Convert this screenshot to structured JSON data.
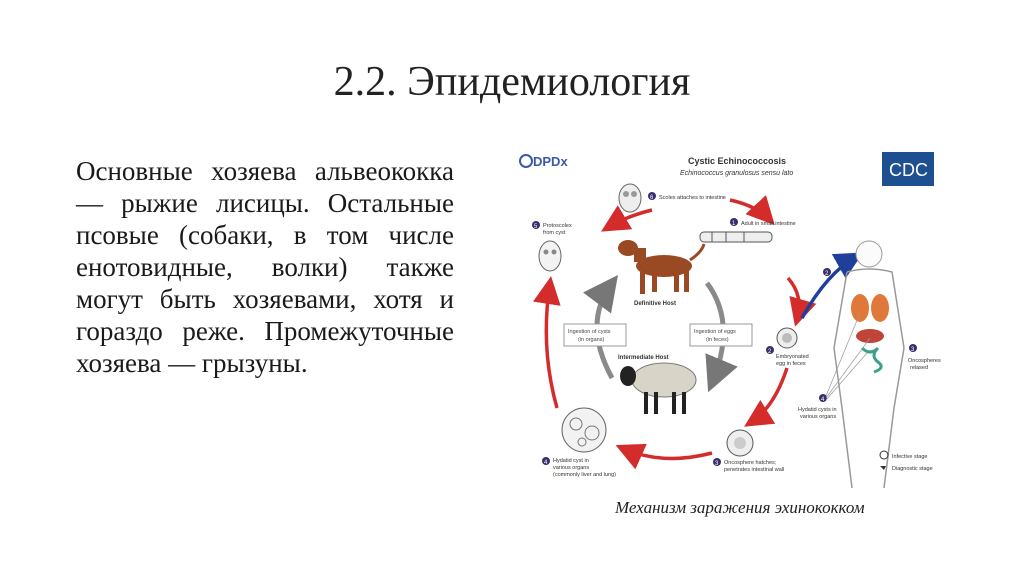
{
  "slide": {
    "title": "2.2. Эпидемиология",
    "paragraph": "Основные хозяева альвеококка — рыжие лисицы. Остальные псовые (собаки, в том числе енотовидные, волки) также могут быть хозяевами, хотя и гораздо реже. Промежуточные хозяева — грызуны.",
    "caption": "Механизм заражения эхинококком"
  },
  "figure": {
    "logo_left": "DPDx",
    "logo_right": "CDC",
    "title": "Cystic Echinococcosis",
    "subtitle": "Echinococcus granulosus sensu lato",
    "definitive_host": "Definitive Host",
    "intermediate_host": "Intermediate Host",
    "ingestion_cysts": [
      "Ingestion of cysts",
      "(in organs)"
    ],
    "ingestion_eggs": [
      "Ingestion of eggs",
      "(in feces)"
    ],
    "steps": {
      "s6": {
        "num": "6",
        "label": "Scolex attaches to intestine"
      },
      "s1": {
        "num": "1",
        "label": "Adult in small intestine"
      },
      "s5": {
        "num": "5",
        "label": [
          "Protoscolex",
          "from cyst"
        ]
      },
      "s2": {
        "num": "2",
        "label": [
          "Embryonated",
          "egg in feces"
        ]
      },
      "s4": {
        "num": "4",
        "label": [
          "Hydatid cyst in",
          "various organs",
          "(commonly liver and lung)"
        ]
      },
      "s3": {
        "num": "3",
        "label": [
          "Oncosphere hatches;",
          "penetrates intestinal wall"
        ]
      },
      "h2": {
        "num": "2"
      },
      "h3": {
        "num": "3",
        "label": [
          "Oncospheres",
          "relased"
        ]
      },
      "h4": {
        "num": "4",
        "label": [
          "Hydatid cysts in",
          "various organs"
        ]
      }
    },
    "legend": {
      "infective": "Infective stage",
      "diagnostic": "Diagnostic stage"
    }
  },
  "colors": {
    "cycle_arrow": "#d42b2b",
    "human_arrow": "#1f3f9a",
    "step_badge": "#3a2d6e",
    "organ": "#e0783a"
  }
}
